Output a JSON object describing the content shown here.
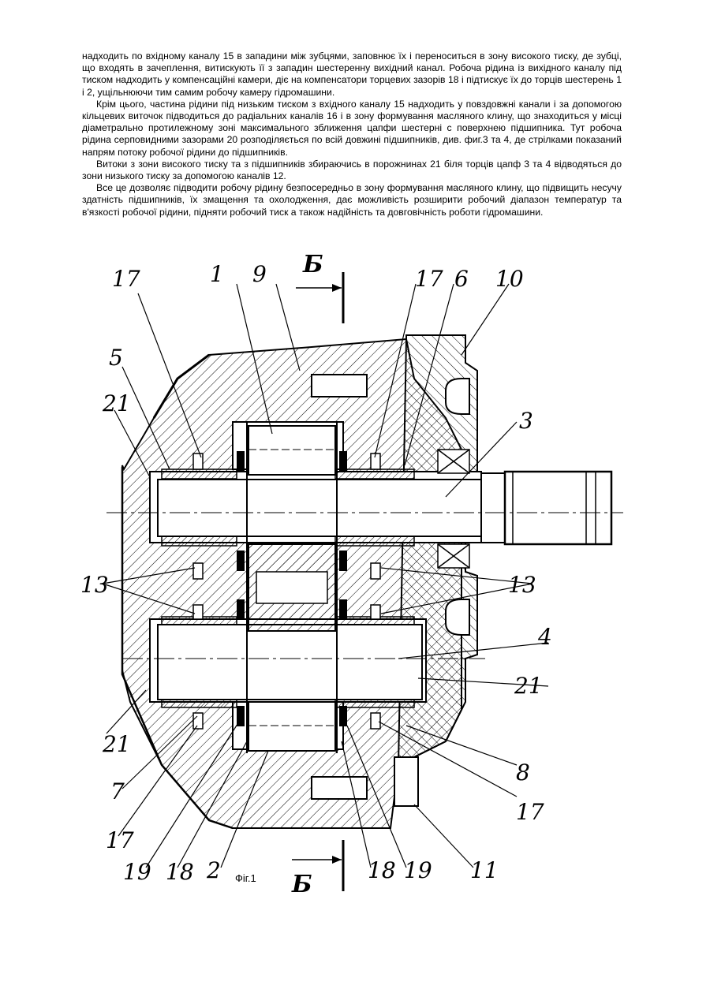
{
  "paragraphs": [
    "надходить по вхідному каналу 15 в западини між зубцями, заповнює їх і переноситься в зону високого тиску, де зубці, що входять в зачеплення, витискують її з западин шестеренну вихідний канал. Робоча рідина із вихідного каналу під тиском надходить у компенсаційні камери, діє на компенсатори торцевих зазорів 18 і підтискує їх до торців шестерень 1 і 2, ущільнюючи тим самим робочу камеру гідромашини.",
    "Крім цього, частина рідини під низьким тиском з вхідного каналу 15 надходить у повздовжні канали і за допомогою кільцевих виточок підводиться до радіальних каналів 16 і в зону формування масляного клину, що знаходиться у місці діаметрально протилежному зоні максимального зближення цапфи шестерні с поверхнею підшипника. Тут робоча рідина серповидними зазорами 20 розподіляється по всій довжині підшипників, див. фиг.3 та 4, де стрілками показаний напрям потоку робочої рідини до підшипників.",
    "Витоки з зони високого тиску та з підшипників збираючись в порожнинах 21 біля торців цапф 3 та 4 відводяться до зони низького тиску за допомогою каналів 12.",
    "Все це дозволяє підводити робочу рідину безпосередньо в зону формування масляного клину, що підвищить несучу здатність підшипників, їх змащення та охолодження, дає можливість розширити робочий діапазон температур та в'язкості робочої рідини, підняти робочий тиск а також надійність та довговічність роботи гідромашини."
  ],
  "figure": {
    "caption": "Фіг.1",
    "section_label": "Б",
    "callouts": {
      "c17a": "17",
      "c1": "1",
      "c9": "9",
      "c17b": "17",
      "c6": "6",
      "c10": "10",
      "c5": "5",
      "c21a": "21",
      "c3": "3",
      "c13a": "13",
      "c13b": "13",
      "c4": "4",
      "c21b": "21",
      "c21c": "21",
      "c7": "7",
      "c8": "8",
      "c17c": "17",
      "c17d": "17",
      "c19a": "19",
      "c18a": "18",
      "c2": "2",
      "c18b": "18",
      "c19b": "19",
      "c11": "11"
    }
  }
}
